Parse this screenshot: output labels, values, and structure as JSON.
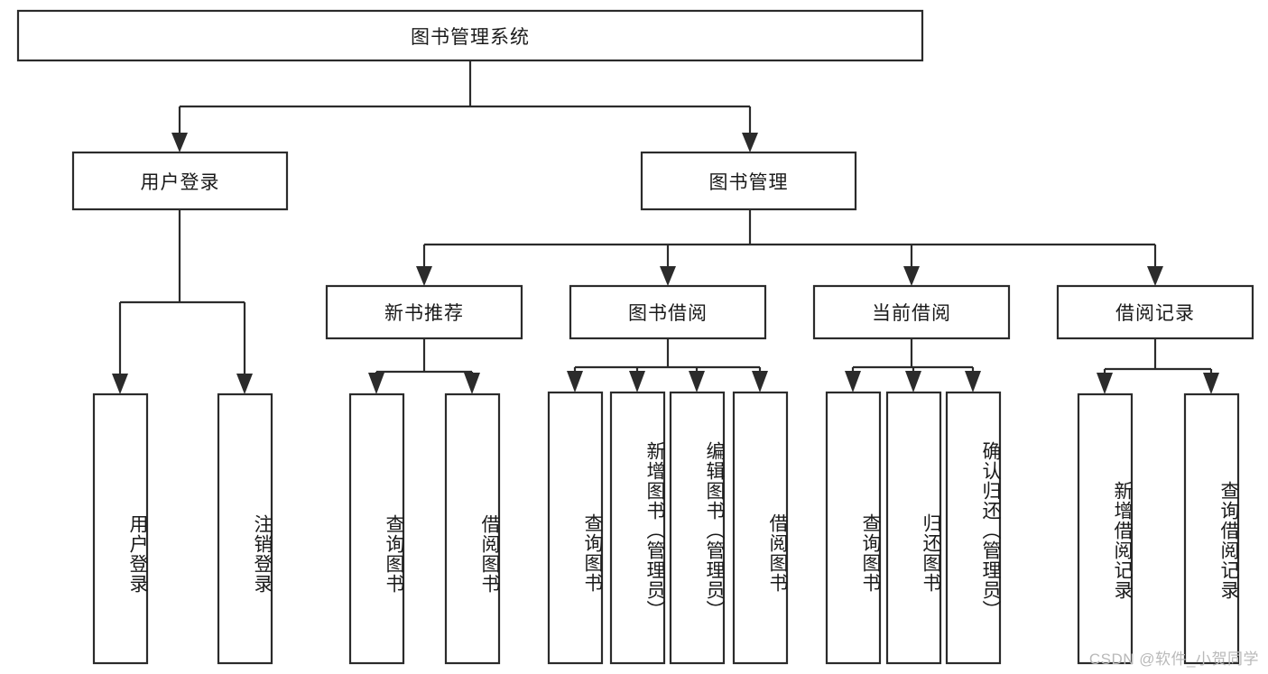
{
  "diagram": {
    "title": "图书管理系统",
    "type": "tree-hierarchy-chart",
    "colors": {
      "box_stroke": "#2b2b2b",
      "box_fill": "#ffffff",
      "line": "#2b2b2b",
      "text": "#1a1a1a",
      "watermark": "#b9b9b9",
      "background": "#ffffff"
    },
    "root": {
      "label": "图书管理系统"
    },
    "level2": [
      {
        "label": "用户登录"
      },
      {
        "label": "图书管理"
      }
    ],
    "level3": [
      {
        "label": "新书推荐"
      },
      {
        "label": "图书借阅"
      },
      {
        "label": "当前借阅"
      },
      {
        "label": "借阅记录"
      }
    ],
    "leaves_user_login": [
      {
        "label": "用户登录"
      },
      {
        "label": "注销登录"
      }
    ],
    "leaves_new_book": [
      {
        "label": "查询图书"
      },
      {
        "label": "借阅图书"
      }
    ],
    "leaves_book_borrow": [
      {
        "label": "查询图书"
      },
      {
        "label": "新增图书（管理员）"
      },
      {
        "label": "编辑图书（管理员）"
      },
      {
        "label": "借阅图书"
      }
    ],
    "leaves_current_borrow": [
      {
        "label": "查询图书"
      },
      {
        "label": "归还图书"
      },
      {
        "label": "确认归还（管理员）"
      }
    ],
    "leaves_borrow_record": [
      {
        "label": "新增借阅记录"
      },
      {
        "label": "查询借阅记录"
      }
    ]
  },
  "watermark": {
    "text": "CSDN @软件_小贺同学"
  }
}
